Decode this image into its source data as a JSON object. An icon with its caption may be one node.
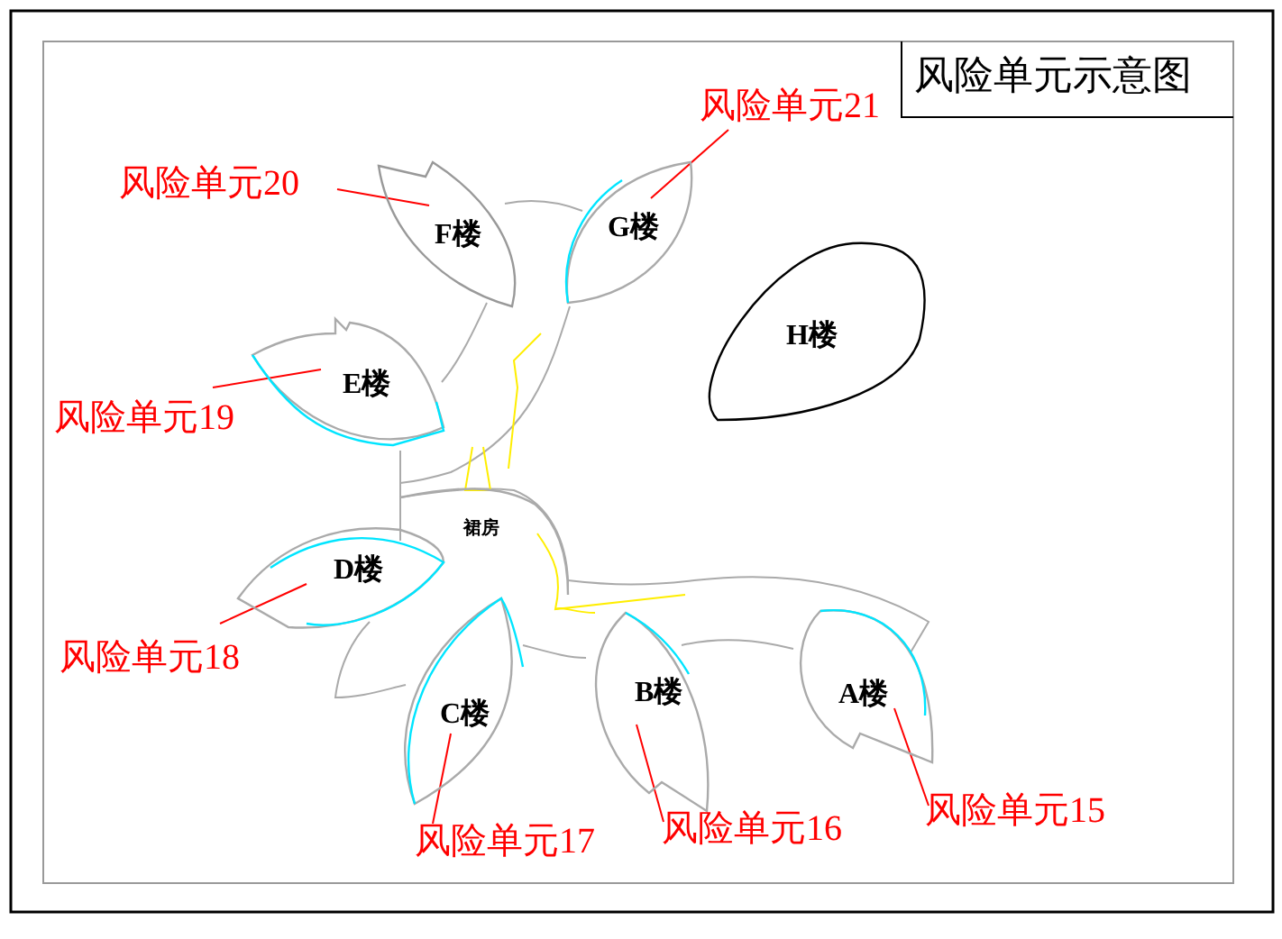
{
  "diagram": {
    "title": "风险单元示意图",
    "nodes": [
      {
        "text": [
          "风险单元21"
        ]
      },
      {
        "text": [
          "风险单元20"
        ]
      },
      {
        "text": [
          "F楼"
        ]
      },
      {
        "text": [
          "G楼"
        ]
      },
      {
        "text": [
          "H楼"
        ]
      },
      {
        "text": [
          "E楼"
        ]
      },
      {
        "text": [
          "风险单元19"
        ]
      },
      {
        "text": [
          "裙房"
        ]
      },
      {
        "text": [
          "D楼"
        ]
      },
      {
        "text": [
          "风险单元18"
        ]
      },
      {
        "text": [
          "C楼"
        ]
      },
      {
        "text": [
          "B楼"
        ]
      },
      {
        "text": [
          "A楼"
        ]
      },
      {
        "text": [
          "风险单元17"
        ]
      },
      {
        "text": [
          "风险单元16"
        ]
      },
      {
        "text": [
          "风险单元15"
        ]
      }
    ],
    "edges": [
      {
        "from": 0,
        "to": 3,
        "arrow": "none"
      },
      {
        "from": 1,
        "to": 2,
        "arrow": "none"
      },
      {
        "from": 6,
        "to": 5,
        "arrow": "none"
      },
      {
        "from": 9,
        "to": 8,
        "arrow": "none"
      },
      {
        "from": 13,
        "to": 10,
        "arrow": "none"
      },
      {
        "from": 14,
        "to": 11,
        "arrow": "none"
      },
      {
        "from": 15,
        "to": 12,
        "arrow": "none"
      }
    ]
  }
}
